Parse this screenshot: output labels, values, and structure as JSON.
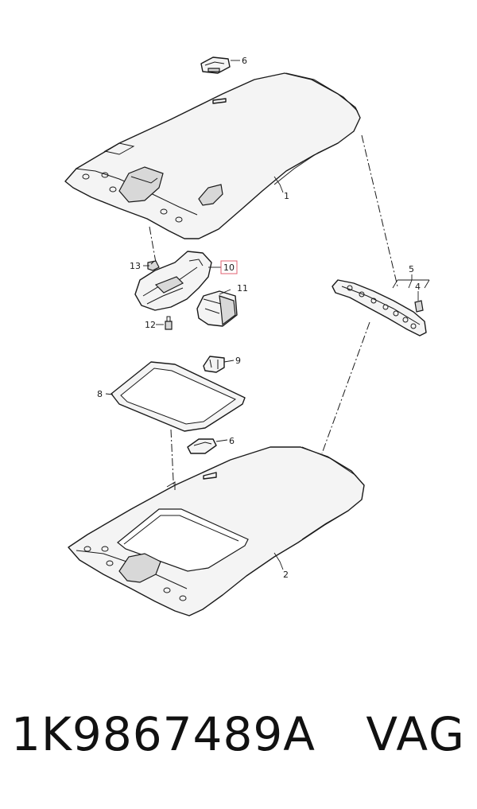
{
  "callouts": {
    "c1": "1",
    "c2": "2",
    "c4": "4",
    "c5": "5",
    "c6a": "6",
    "c6b": "6",
    "c8": "8",
    "c9": "9",
    "c10": "10",
    "c11": "11",
    "c12": "12",
    "c13": "13"
  },
  "highlighted_callout": "10",
  "highlight_color": "#e06070",
  "footer": {
    "part_number": "1K9867489A",
    "brand": "VAG"
  }
}
